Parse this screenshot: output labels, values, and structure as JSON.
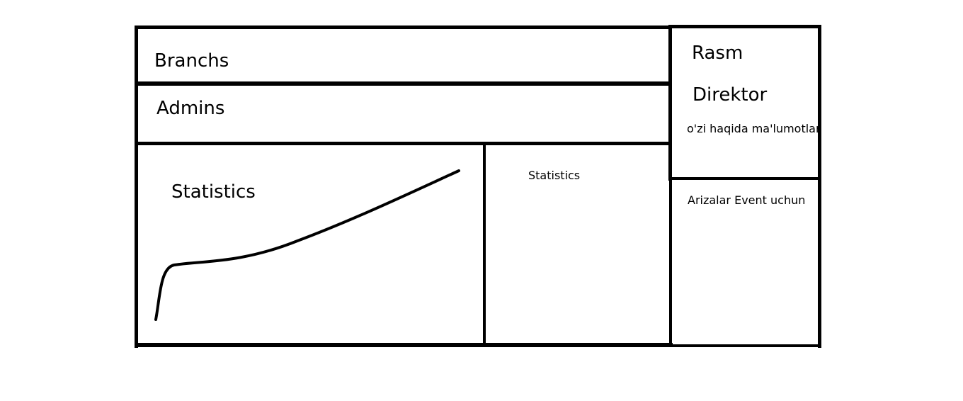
{
  "panels": {
    "branches": {
      "label": "Branchs"
    },
    "admins": {
      "label": "Admins"
    },
    "statistics_main": {
      "label": "Statistics"
    },
    "statistics_side": {
      "label": "Statistics"
    },
    "director": {
      "photo_label": "Rasm",
      "title": "Direktor",
      "info": "o'zi haqida ma'lumotlar"
    },
    "applications": {
      "label": "Arizalar Event uchun"
    }
  }
}
